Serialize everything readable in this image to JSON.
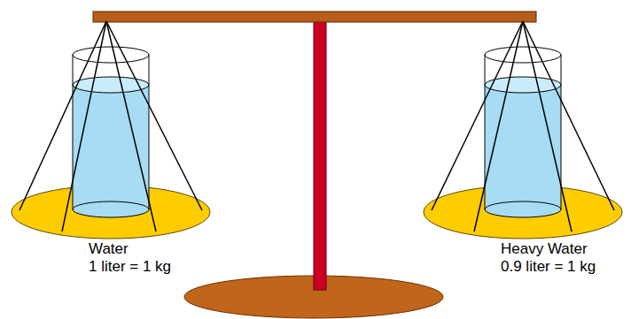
{
  "diagram": {
    "labels": [
      "Water",
      "1 liter = 1 kg",
      "Heavy Water",
      "0.9 liter = 1 kg"
    ]
  }
}
